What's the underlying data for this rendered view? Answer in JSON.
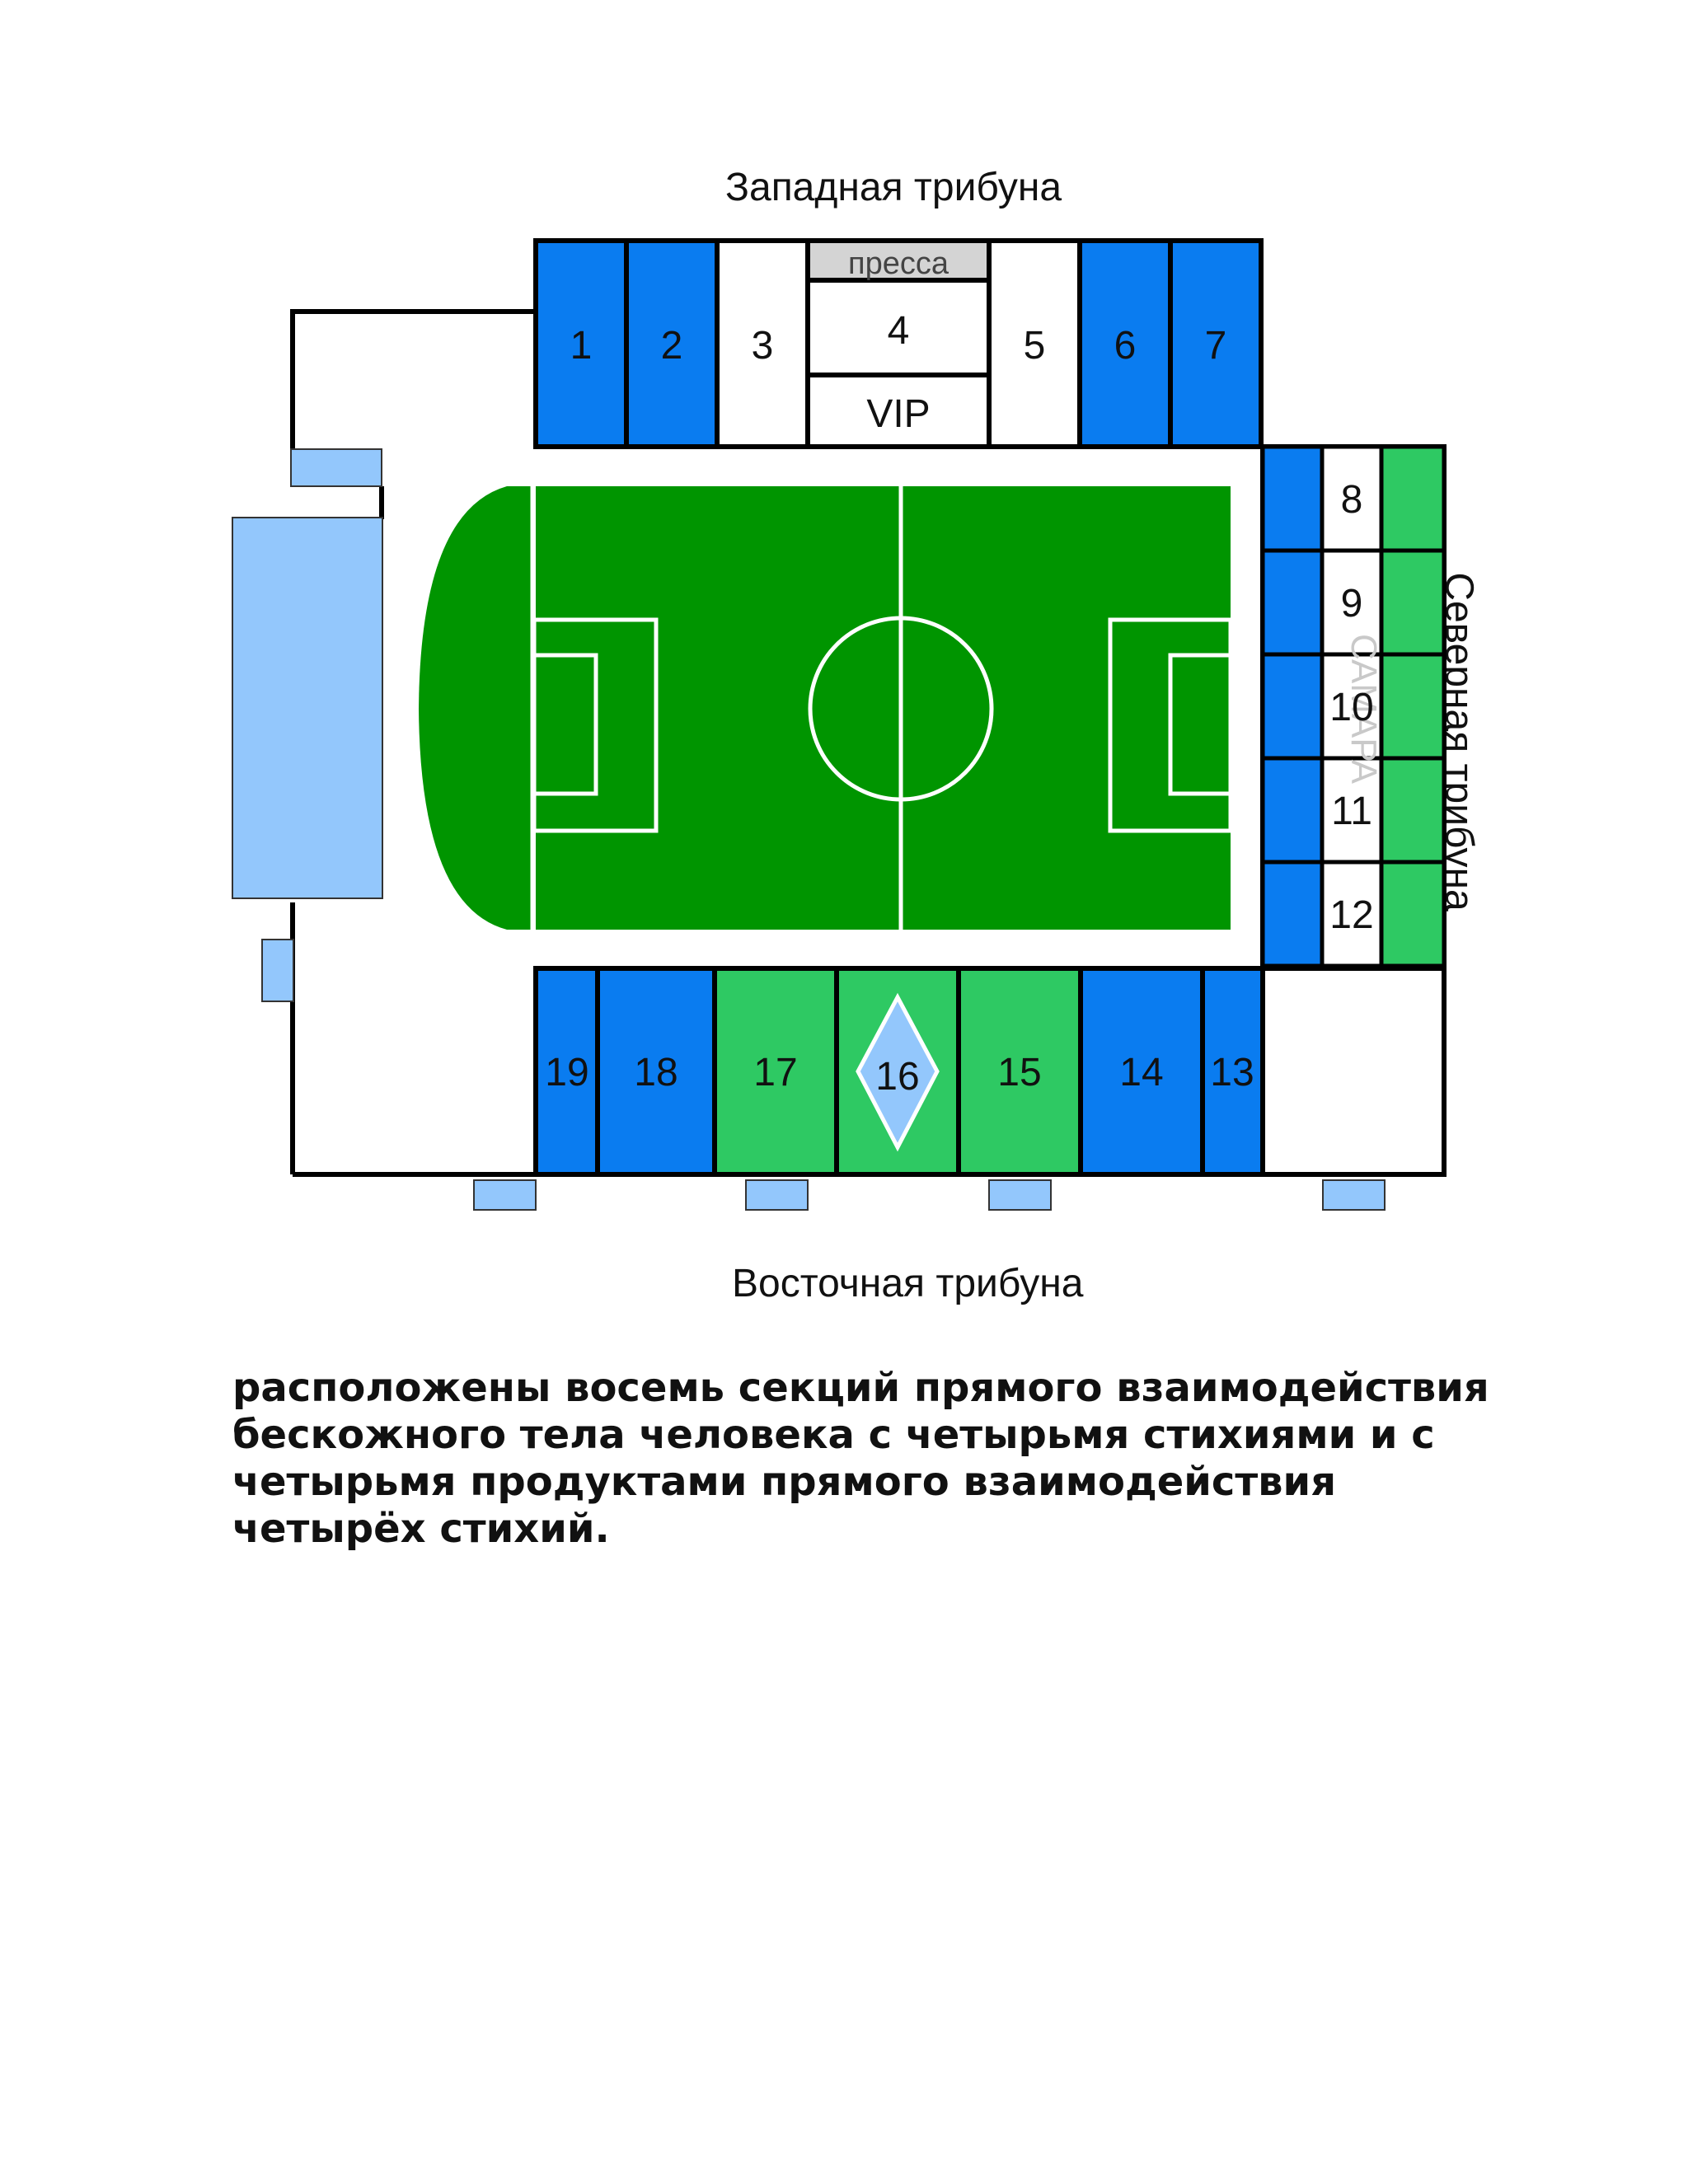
{
  "stands": {
    "west": "Западная трибуна",
    "east": "Восточная трибуна",
    "north": "Северная трибуна"
  },
  "labels": {
    "press": "пресса",
    "vip": "VIP",
    "samara": "САМАРА"
  },
  "sections": {
    "s1": "1",
    "s2": "2",
    "s3": "3",
    "s4": "4",
    "s5": "5",
    "s6": "6",
    "s7": "7",
    "s8": "8",
    "s9": "9",
    "s10": "10",
    "s11": "11",
    "s12": "12",
    "s13": "13",
    "s14": "14",
    "s15": "15",
    "s16": "16",
    "s17": "17",
    "s18": "18",
    "s19": "19"
  },
  "colors": {
    "blue": "#0a7cf0",
    "green": "#2ec963",
    "field": "#009500",
    "light_blue": "#93c7fc",
    "press_gray": "#d4d4d4"
  },
  "caption": "расположены восемь секций прямого взаимодействия бескожного тела человека с четырьмя стихиями и с четырьмя продуктами прямого взаимодействия четырёх стихий."
}
